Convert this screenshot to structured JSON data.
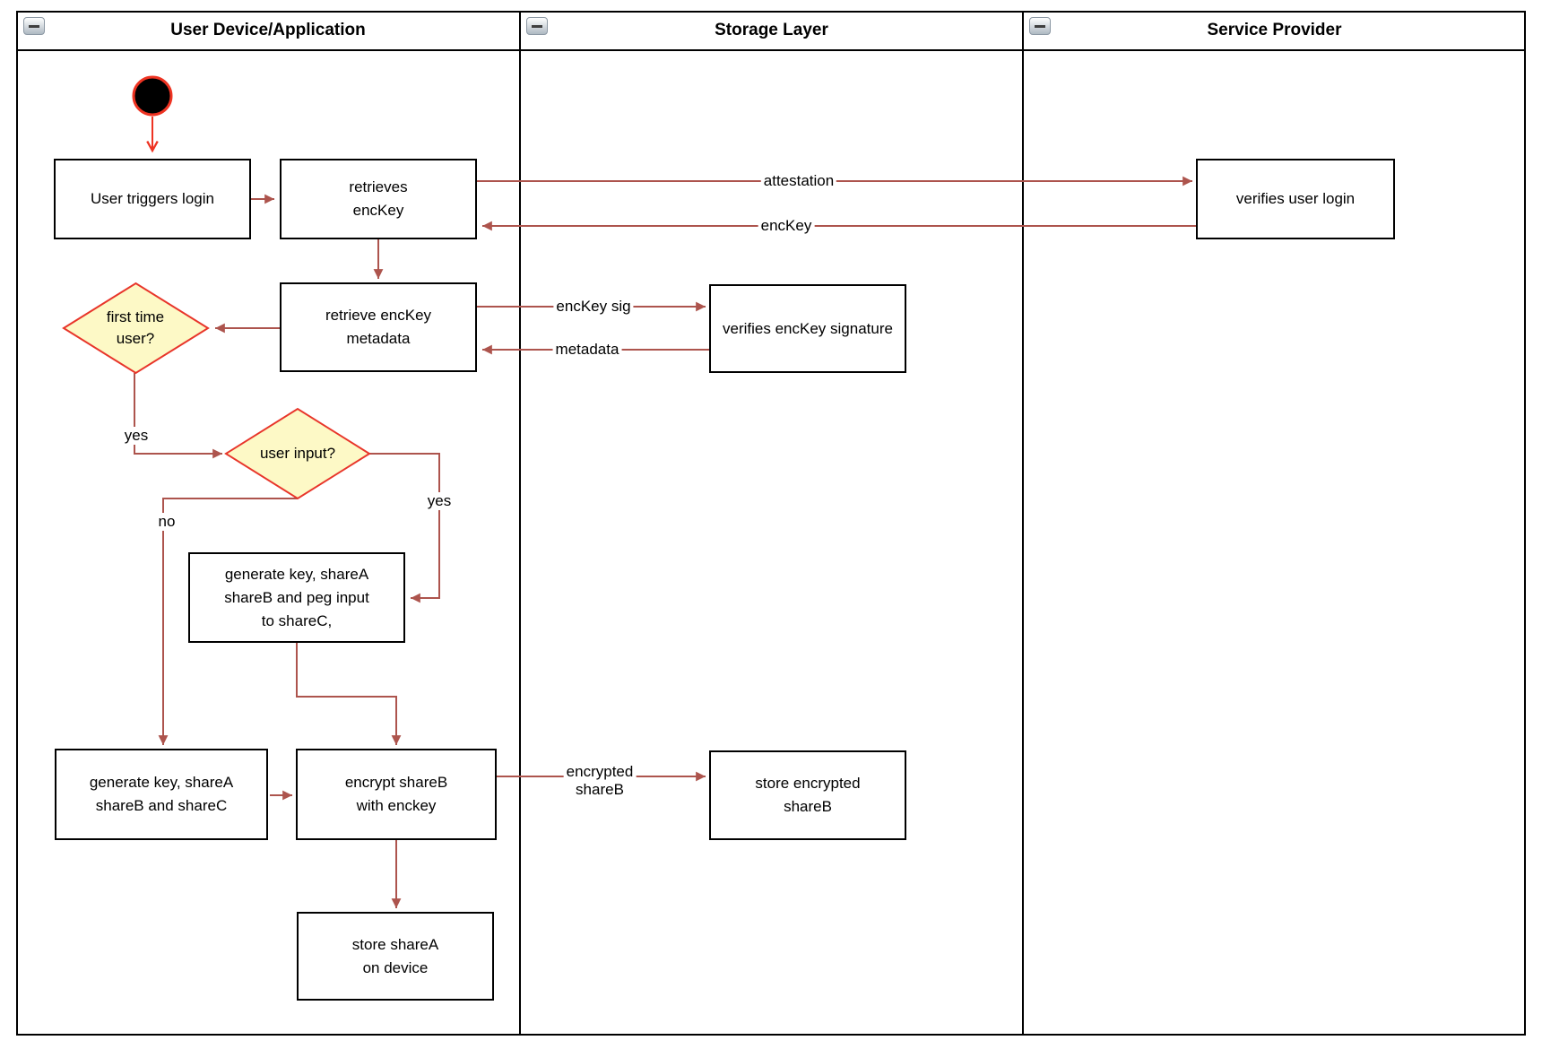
{
  "lanes": [
    {
      "title": "User Device/Application"
    },
    {
      "title": "Storage Layer"
    },
    {
      "title": "Service Provider"
    }
  ],
  "nodes": {
    "user_triggers_login": {
      "label": "User triggers login"
    },
    "retrieves_enckey": {
      "label": "retrieves\nencKey"
    },
    "retrieve_enckey_metadata": {
      "label": "retrieve encKey\nmetadata"
    },
    "verifies_user_login": {
      "label": "verifies user login"
    },
    "verifies_enckey_signature": {
      "label": "verifies encKey signature"
    },
    "first_time_user": {
      "label": "first time\nuser?"
    },
    "user_input": {
      "label": "user input?"
    },
    "generate_key_peg_input": {
      "label": "generate key, shareA\nshareB and peg input\nto shareC,"
    },
    "generate_key_shares": {
      "label": "generate key, shareA\nshareB and shareC"
    },
    "encrypt_shareb": {
      "label": "encrypt shareB\nwith enckey"
    },
    "store_encrypted_shareb": {
      "label": "store encrypted\nshareB"
    },
    "store_sharea_device": {
      "label": "store shareA\non device"
    }
  },
  "edge_labels": {
    "attestation": "attestation",
    "enckey": "encKey",
    "enckey_sig": "encKey sig",
    "metadata": "metadata",
    "first_time_yes": "yes",
    "user_input_yes": "yes",
    "user_input_no": "no",
    "encrypted_shareb": "encrypted\nshareB"
  },
  "colors": {
    "arrow": "#ad544d",
    "start": "#ee3322",
    "diamond_fill": "#fdf9c6",
    "diamond_stroke": "#e8352a",
    "box_fill": "#ffffff",
    "box_stroke": "#000000"
  }
}
